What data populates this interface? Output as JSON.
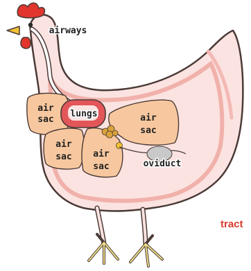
{
  "labels": {
    "airways": "airways",
    "lungs": "lungs",
    "air_sac_upper_left_line1": "air",
    "air_sac_upper_left_line2": "sac",
    "air_sac_lower_left_line1": "air",
    "air_sac_lower_left_line2": "sac",
    "air_sac_center_line1": "air",
    "air_sac_center_line2": "sac",
    "air_sac_right_line1": "air",
    "air_sac_right_line2": "sac",
    "oviduct": "oviduct",
    "corner_word": "tract"
  },
  "colors": {
    "body_fill": "#fbe3e1",
    "body_outline": "#4a3a36",
    "air_sac_fill": "#f7c89f",
    "lung_fill": "#e2565a",
    "lung_inner": "#fbe3e1",
    "comb": "#e1352d",
    "beak": "#f1c232",
    "feet": "#f0e08a",
    "ovary": "#d9a13a",
    "oviduct": "#c9c9c9",
    "corner_word": "#d93a2b"
  }
}
